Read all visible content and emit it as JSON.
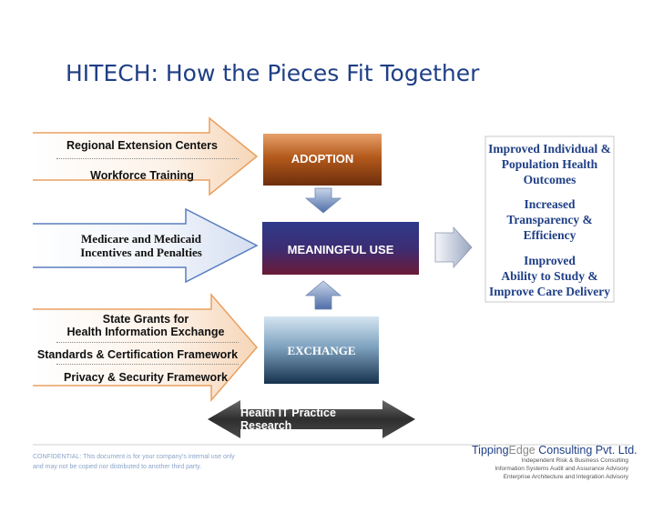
{
  "title": "HITECH: How the Pieces Fit Together",
  "left_groups": [
    {
      "lines": [
        "Regional Extension Centers",
        "Workforce Training"
      ]
    },
    {
      "lines": [
        "Medicare and Medicaid",
        "Incentives and Penalties"
      ]
    },
    {
      "lines": [
        "State Grants for",
        "Health Information Exchange",
        "Standards & Certification Framework",
        "Privacy & Security Framework"
      ]
    }
  ],
  "boxes": {
    "adoption": "ADOPTION",
    "meaningful_use": "MEANINGFUL USE",
    "exchange": "EXCHANGE"
  },
  "outcomes": [
    [
      "Improved Individual &",
      "Population Health",
      "Outcomes"
    ],
    [
      "Increased",
      "Transparency &",
      "Efficiency"
    ],
    [
      "Improved",
      "Ability to Study &",
      "Improve Care Delivery"
    ]
  ],
  "research_arrow": "Health IT Practice Research",
  "footer": {
    "confidential_1": "CONFIDENTIAL: This document is for your company's internal use only",
    "confidential_2": "and may not be copied nor distributed to another third party.",
    "brand_part1": "Tipping",
    "brand_part2": "Edge",
    "brand_part3": " Consulting Pvt. Ltd.",
    "brand_line1": "Independent Risk & Business Consulting",
    "brand_line2": "Information Systems Audit  and Assurance Advisory",
    "brand_line3": "Enterprise Architecture and Integration Advisory"
  },
  "colors": {
    "title": "#1f3f86",
    "adoption": "#b25a1a",
    "meaningful_use": "#3b2a6e",
    "exchange": "#2a4f6e",
    "arrow_orange": "#e8a060",
    "arrow_blue": "#5a7fc0",
    "research_arrow": "#3a3a3a",
    "brand_blue": "#1f3f86",
    "brand_grey": "#8a8a8a"
  }
}
